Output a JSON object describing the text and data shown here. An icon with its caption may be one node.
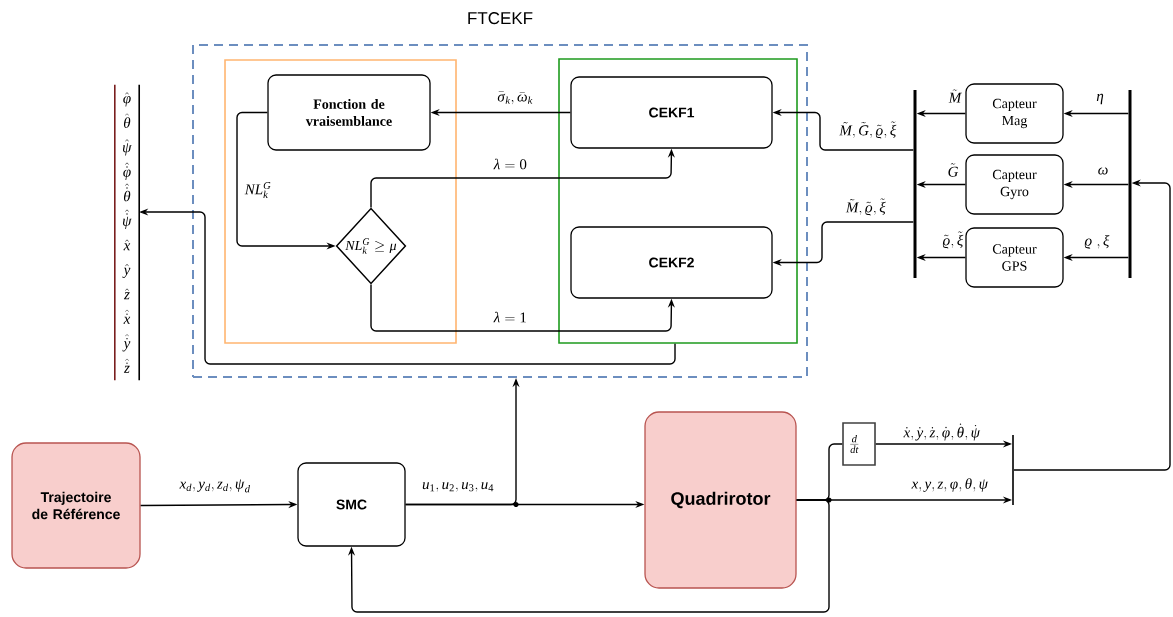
{
  "diagram": {
    "nodes": [
      {
        "text": [
          "FTCEKF"
        ]
      },
      {
        "text": [],
        "shape": "box",
        "in": 0
      },
      {
        "text": [
          "Fonction de vraisemblance"
        ],
        "in": 1
      },
      {
        "text": [
          "NL_k^G \\geq \\mu"
        ],
        "in": 1
      },
      {
        "text": [],
        "shape": "box",
        "in": 0
      },
      {
        "text": [
          "CEKF1"
        ],
        "in": 4
      },
      {
        "text": [
          "CEKF2"
        ],
        "in": 4
      },
      {
        "text": [
          "\\hat{\\phi}",
          "\\hat{\\theta}",
          "\\hat{\\psi}",
          "\\hat{\\dot{\\phi}}",
          "\\hat{\\dot{\\theta}}",
          "\\hat{\\dot{\\psi}}",
          "\\hat{x}",
          "\\hat{y}",
          "\\hat{z}",
          "\\hat{\\dot{x}}",
          "\\hat{\\dot{y}}",
          "\\hat{\\dot{z}}"
        ]
      },
      {
        "text": [],
        "shape": "bar"
      },
      {
        "text": [
          "Capteur Mag"
        ]
      },
      {
        "text": [
          "Capteur Gyro"
        ]
      },
      {
        "text": [
          "Capteur GPS"
        ]
      },
      {
        "text": [],
        "shape": "bar"
      },
      {
        "text": [
          "Trajectoire de Référence"
        ]
      },
      {
        "text": [
          "SMC"
        ]
      },
      {
        "text": [
          "Quadrirotor"
        ]
      },
      {
        "text": [
          "\\frac{d}{dt}"
        ]
      },
      {
        "text": [],
        "shape": "bar"
      }
    ],
    "edges": [
      {
        "from": 13,
        "to": 14,
        "arrow": "to",
        "label": "x_d, y_d, z_d, \\psi_d"
      },
      {
        "from": 14,
        "to": 15,
        "arrow": "to",
        "label": "u_1, u_2, u_3, u_4"
      },
      {
        "from": 14,
        "to": 0,
        "arrow": "to"
      },
      {
        "from": 15,
        "to": 17,
        "arrow": "to",
        "label": "x, y, z, \\phi, \\theta, \\psi"
      },
      {
        "from": 15,
        "to": 16,
        "arrow": "none"
      },
      {
        "from": 15,
        "to": 14,
        "arrow": "to"
      },
      {
        "from": 16,
        "to": 17,
        "arrow": "to",
        "label": "\\dot{x}, \\dot{y}, \\dot{z}, \\dot{\\phi}, \\dot{\\theta}, \\dot{\\psi}"
      },
      {
        "from": 17,
        "to": 12,
        "arrow": "to"
      },
      {
        "from": 12,
        "to": 9,
        "arrow": "to",
        "label": "\\eta"
      },
      {
        "from": 12,
        "to": 10,
        "arrow": "to",
        "label": "\\omega"
      },
      {
        "from": 12,
        "to": 11,
        "arrow": "to",
        "label": "\\varrho\\ , \\xi"
      },
      {
        "from": 9,
        "to": 8,
        "arrow": "to",
        "label": "\\tilde{M}"
      },
      {
        "from": 10,
        "to": 8,
        "arrow": "to",
        "label": "\\tilde{G}"
      },
      {
        "from": 11,
        "to": 8,
        "arrow": "to",
        "label": "\\tilde{\\varrho}, \\tilde{\\xi}"
      },
      {
        "from": 8,
        "to": 5,
        "arrow": "to",
        "label": "\\tilde{M}, \\tilde{G}, \\tilde{\\varrho}, \\tilde{\\xi}"
      },
      {
        "from": 8,
        "to": 6,
        "arrow": "to",
        "label": "\\tilde{M}, \\tilde{\\varrho}, \\tilde{\\xi}"
      },
      {
        "from": 5,
        "to": 2,
        "arrow": "to",
        "label": "\\bar{\\sigma}_k, \\bar{\\omega}_k"
      },
      {
        "from": 2,
        "to": 3,
        "arrow": "to",
        "label": "NL_k^G"
      },
      {
        "from": 3,
        "to": 5,
        "arrow": "to",
        "label": "\\lambda = 0"
      },
      {
        "from": 3,
        "to": 6,
        "arrow": "to",
        "label": "\\lambda = 1"
      },
      {
        "from": 4,
        "to": 7,
        "arrow": "to"
      }
    ]
  }
}
